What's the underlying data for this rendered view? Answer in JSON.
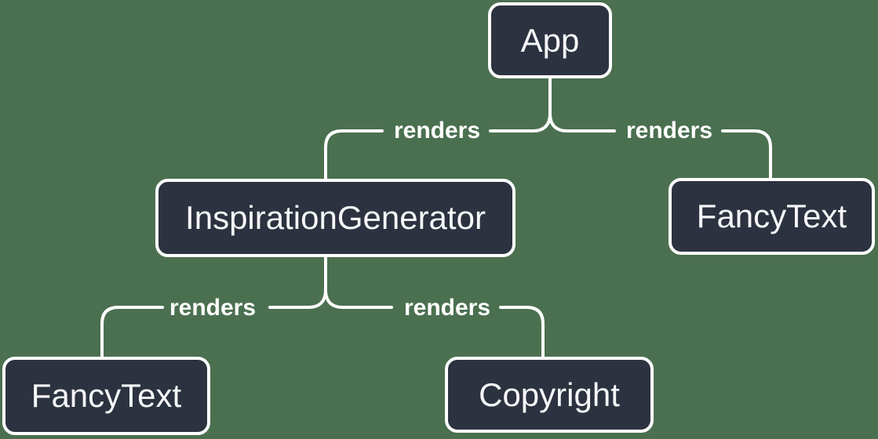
{
  "colors": {
    "background": "#4b7050",
    "node_fill": "#2c323f",
    "line_and_border": "#ffffff",
    "node_text": "#f6f7f9"
  },
  "diagram": {
    "type": "component-render-tree",
    "nodes": [
      {
        "id": "app",
        "label": "App"
      },
      {
        "id": "inspiration-generator",
        "label": "InspirationGenerator"
      },
      {
        "id": "fancy-text-right",
        "label": "FancyText"
      },
      {
        "id": "fancy-text-left",
        "label": "FancyText"
      },
      {
        "id": "copyright",
        "label": "Copyright"
      }
    ],
    "edges": [
      {
        "from": "App",
        "to": "InspirationGenerator",
        "label": "renders"
      },
      {
        "from": "App",
        "to": "FancyText",
        "label": "renders"
      },
      {
        "from": "InspirationGenerator",
        "to": "FancyText",
        "label": "renders"
      },
      {
        "from": "InspirationGenerator",
        "to": "Copyright",
        "label": "renders"
      }
    ]
  }
}
